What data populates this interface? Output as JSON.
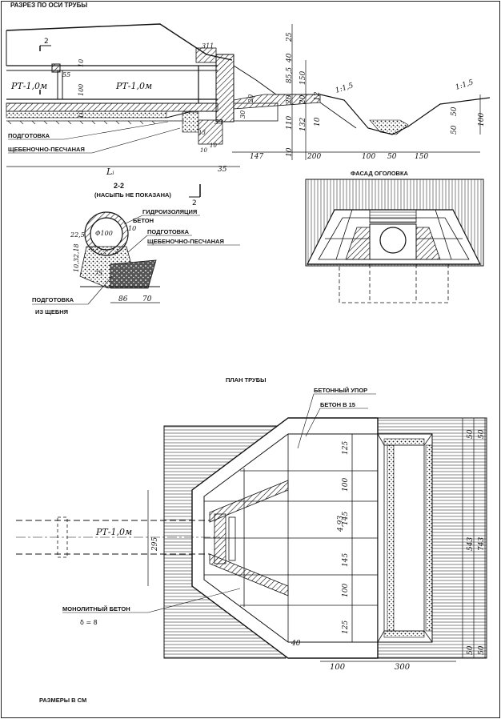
{
  "titles": {
    "section_axis": "РАЗРЕЗ ПО ОСИ ТРУБЫ",
    "section_22": "2-2",
    "section_22_note": "(НАСЫПЬ НЕ ПОКАЗАНА)",
    "facade": "ФАСАД ОГОЛОВКА",
    "plan": "ПЛАН ТРУБЫ",
    "units": "РАЗМЕРЫ В СМ"
  },
  "labels": {
    "pipe_1": "РТ-1,0м",
    "pipe_2": "РТ-1,0м",
    "pipe_plan": "РТ-1,0м",
    "prep_1": "ПОДГОТОВКА",
    "gravel_sand_1": "ЩЕБЕНОЧНО-ПЕСЧАНАЯ",
    "waterproofing": "ГИДРОИЗОЛЯЦИЯ",
    "concrete": "БЕТОН",
    "prep_2": "ПОДГОТОВКА",
    "gravel_sand_2": "ЩЕБЕНОЧНО-ПЕСЧАНАЯ",
    "prep_3": "ПОДГОТОВКА",
    "from_gravel": "ИЗ ЩЕБНЯ",
    "diameter": "Φ100",
    "concrete_stop": "БЕТОННЫЙ УПОР",
    "concrete_b15": "БЕТОН В 15",
    "monolithic": "МОНОЛИТНЫЙ БЕТОН",
    "delta": "δ = 8",
    "cut_mark_a": "2",
    "cut_mark_b": "2",
    "slope_a": "1:1,5",
    "slope_b": "1:1,5",
    "length": "Lᵢ"
  },
  "dims": {
    "v25": "25",
    "v40": "40",
    "v85": "85,5",
    "v150": "150",
    "v20a": "20",
    "v20b": "20",
    "v12": "12",
    "v10a": "10",
    "v110": "110",
    "v132": "132",
    "v10b": "10",
    "v50a": "50",
    "v50b": "50",
    "v100r": "100",
    "v147": "147",
    "v200": "200",
    "v100": "100",
    "v50c": "50",
    "v150b": "150",
    "v35": "35",
    "v311": "311",
    "v10c": "10",
    "v100b": "100",
    "v10d": "10",
    "v20c": "20",
    "v30": "30",
    "v33": "33",
    "v13": "13",
    "v10e": "10",
    "v10f": "10",
    "v55": "55",
    "v225": "22,5",
    "v10g": "10",
    "v10h": "10,32,18",
    "v75": "75",
    "v86": "86",
    "v70": "70",
    "p125a": "125",
    "p100a": "100",
    "p145a": "145",
    "p145b": "145",
    "p100b": "100",
    "p125b": "125",
    "p493": "4,93",
    "p50a": "50",
    "p50b": "50",
    "p543": "543",
    "p743": "743",
    "p50c": "50",
    "p50d": "50",
    "p295": "295",
    "p40": "40",
    "p100h": "100",
    "p300": "300"
  }
}
